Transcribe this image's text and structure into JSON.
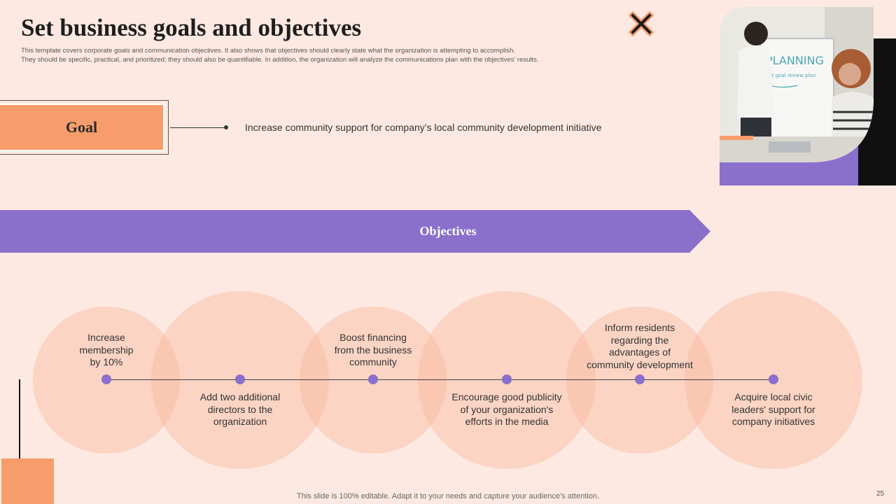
{
  "slide": {
    "title": "Set business goals and objectives",
    "description_line1": "This template covers corporate goals and communication objectives. It also shows that objectives should clearly state what the organization is attempting to accomplish.",
    "description_line2": "They should be specific, practical, and prioritized; they should also be quantifiable. In addition, the organization will analyze the communications plan with the objectives' results.",
    "footer": "This slide is 100% editable. Adapt it to your needs and capture your audience's attention.",
    "page_number": "25"
  },
  "goal": {
    "label": "Goal",
    "text": "Increase community support for company’s local community development initiative"
  },
  "objectives": {
    "label": "Objectives",
    "items": [
      {
        "lines": [
          "Increase",
          "membership",
          "by 10%"
        ],
        "position": "above"
      },
      {
        "lines": [
          "Add two additional",
          "directors to the",
          "organization"
        ],
        "position": "below"
      },
      {
        "lines": [
          "Boost financing",
          "from the business",
          "community"
        ],
        "position": "above"
      },
      {
        "lines": [
          "Encourage good publicity",
          "of your organization's",
          "efforts in the media"
        ],
        "position": "below"
      },
      {
        "lines": [
          "Inform residents",
          "regarding the",
          "advantages of",
          "community development"
        ],
        "position": "above"
      },
      {
        "lines": [
          "Acquire local civic",
          "leaders' support for",
          "company initiatives"
        ],
        "position": "below"
      }
    ]
  },
  "photo": {
    "whiteboard_text": "PLANNING",
    "whiteboard_subtext": "Set goal review plan"
  },
  "colors": {
    "background": "#fde9e1",
    "accent_orange": "#f79d6c",
    "accent_purple": "#8a70cb",
    "dark": "#1e1e1e"
  },
  "icons": {
    "decor_cross": "x-cross-icon"
  }
}
